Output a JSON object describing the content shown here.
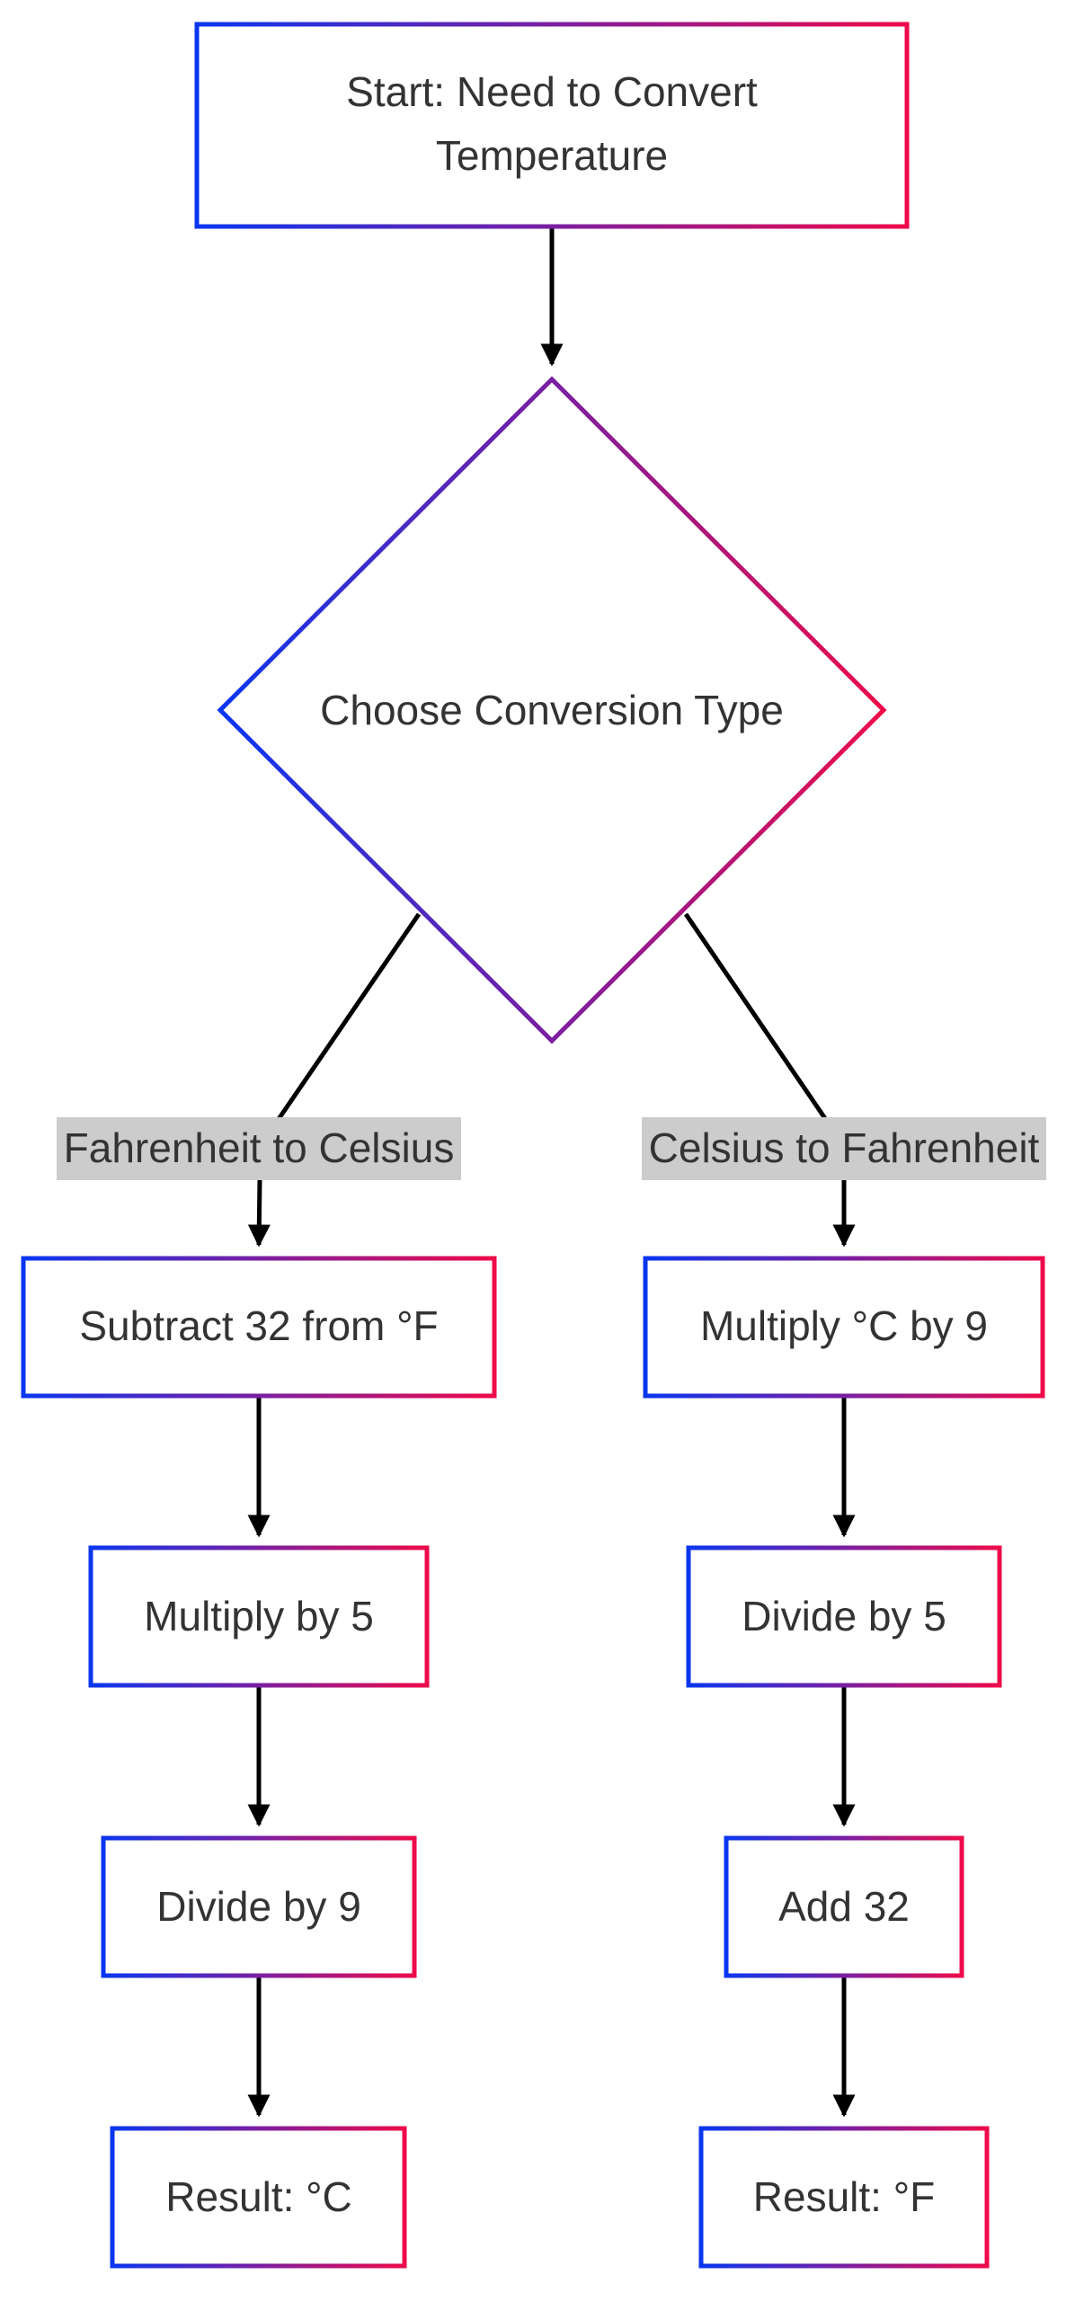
{
  "colors": {
    "border_gradient_start": "#0a36f0",
    "border_gradient_mid": "#7a1fa2",
    "border_gradient_end": "#ee0a4a",
    "arrow": "#000000",
    "text": "#333333",
    "edge_label_bg": "#cccccc",
    "node_fill": "#ffffff"
  },
  "nodes": {
    "start": {
      "line1": "Start: Need to Convert",
      "line2": "Temperature",
      "shape": "rectangle"
    },
    "decision": {
      "label": "Choose Conversion Type",
      "shape": "diamond"
    },
    "f2c": {
      "subtract": "Subtract 32 from °F",
      "multiply": "Multiply by 5",
      "divide": "Divide by 9",
      "result": "Result: °C"
    },
    "c2f": {
      "multiply": "Multiply °C by 9",
      "divide": "Divide by 5",
      "add": "Add 32",
      "result": "Result: °F"
    }
  },
  "edges": {
    "left_label": "Fahrenheit to Celsius",
    "right_label": "Celsius to Fahrenheit"
  }
}
